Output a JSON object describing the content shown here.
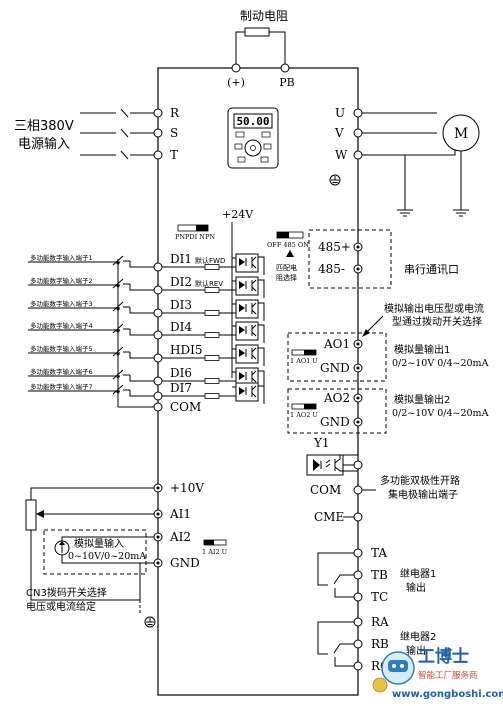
{
  "brake": {
    "title": "制动电阻",
    "plus": "(+)",
    "pb": "PB"
  },
  "power": {
    "line1": "三相380V",
    "line2": "电源输入",
    "r": "R",
    "s": "S",
    "t": "T"
  },
  "motor": {
    "label": "M",
    "u": "U",
    "v": "V",
    "w": "W"
  },
  "keypad": {
    "display": "50.00"
  },
  "supply": {
    "v24": "+24V",
    "npn_switch": "PNPDI NPN"
  },
  "digital_inputs": {
    "terminals": [
      "DI1",
      "DI2",
      "DI3",
      "DI4",
      "HDI5",
      "DI6",
      "DI7"
    ],
    "labels": [
      "多功能数字输入端子1",
      "多功能数字输入端子2",
      "多功能数字输入端子3",
      "多功能数字输入端子4",
      "多功能数字输入端子5",
      "多功能数字输入端子6",
      "多功能数字输入端子7"
    ],
    "default_fwd": "默认FWD",
    "default_rev": "默认REV",
    "com": "COM"
  },
  "comm": {
    "switch": "OFF 485 ON",
    "switch_note1": "匹配电",
    "switch_note2": "阻选择",
    "plus": "485+",
    "minus": "485-",
    "label": "串行通讯口"
  },
  "analog_out": {
    "note1": "模拟输出电压型或电流",
    "note2": "型通过拨动开关选择",
    "ao1": "AO1",
    "gnd1": "GND",
    "sw1": "1 AO1 U",
    "out1_title": "模拟量输出1",
    "out1_range": "0/2~10V  0/4~20mA",
    "ao2": "AO2",
    "gnd2": "GND",
    "sw2": "1 AO2 U",
    "out2_title": "模拟量输出2",
    "out2_range": "0/2~10V  0/4~20mA"
  },
  "open_collector": {
    "y1": "Y1",
    "com": "COM",
    "cme": "CME",
    "note1": "多功能双极性开路",
    "note2": "集电极输出端子"
  },
  "analog_in": {
    "p10v": "+10V",
    "ai1": "AI1",
    "ai2": "AI2",
    "gnd": "GND",
    "sw": "1 AI2 U",
    "box_title": "模拟量输入",
    "box_range": "0~10V/0~20mA",
    "cn3_1": "CN3拨码开关选择",
    "cn3_2": "电压或电流给定"
  },
  "relays": {
    "ta": "TA",
    "tb": "TB",
    "tc": "TC",
    "r1_1": "继电器1",
    "r1_2": "输出",
    "ra": "RA",
    "rb": "RB",
    "rc": "RC",
    "r2_1": "继电器2",
    "r2_2": "输出"
  },
  "watermark": {
    "brand": "工博士",
    "slogan": "智能工厂服务商",
    "url": "www.gongboshi.com"
  }
}
